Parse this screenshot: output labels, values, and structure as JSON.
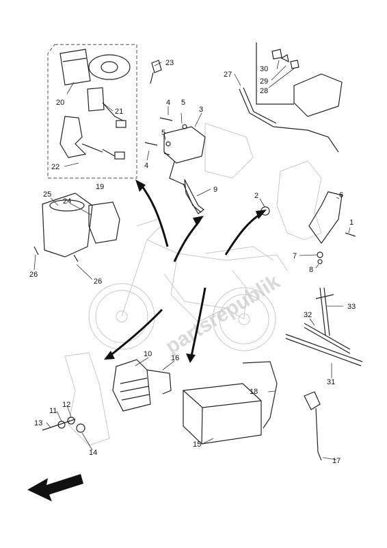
{
  "watermark": "partsrepublik",
  "callouts": [
    {
      "id": "c1",
      "text": "1"
    },
    {
      "id": "c2",
      "text": "2"
    },
    {
      "id": "c3",
      "text": "3"
    },
    {
      "id": "c4a",
      "text": "4"
    },
    {
      "id": "c4b",
      "text": "4"
    },
    {
      "id": "c5a",
      "text": "5"
    },
    {
      "id": "c5b",
      "text": "5"
    },
    {
      "id": "c6",
      "text": "6"
    },
    {
      "id": "c7",
      "text": "7"
    },
    {
      "id": "c8",
      "text": "8"
    },
    {
      "id": "c9",
      "text": "9"
    },
    {
      "id": "c10",
      "text": "10"
    },
    {
      "id": "c11",
      "text": "11"
    },
    {
      "id": "c12",
      "text": "12"
    },
    {
      "id": "c13",
      "text": "13"
    },
    {
      "id": "c14",
      "text": "14"
    },
    {
      "id": "c15",
      "text": "15"
    },
    {
      "id": "c16",
      "text": "16"
    },
    {
      "id": "c17",
      "text": "17"
    },
    {
      "id": "c18",
      "text": "18"
    },
    {
      "id": "c19",
      "text": "19"
    },
    {
      "id": "c20",
      "text": "20"
    },
    {
      "id": "c21",
      "text": "21"
    },
    {
      "id": "c22",
      "text": "22"
    },
    {
      "id": "c23",
      "text": "23"
    },
    {
      "id": "c24",
      "text": "24"
    },
    {
      "id": "c25",
      "text": "25"
    },
    {
      "id": "c26a",
      "text": "26"
    },
    {
      "id": "c26b",
      "text": "26"
    },
    {
      "id": "c27",
      "text": "27"
    },
    {
      "id": "c28",
      "text": "28"
    },
    {
      "id": "c29",
      "text": "29"
    },
    {
      "id": "c30",
      "text": "30"
    },
    {
      "id": "c31",
      "text": "31"
    },
    {
      "id": "c32",
      "text": "32"
    },
    {
      "id": "c33",
      "text": "33"
    }
  ]
}
